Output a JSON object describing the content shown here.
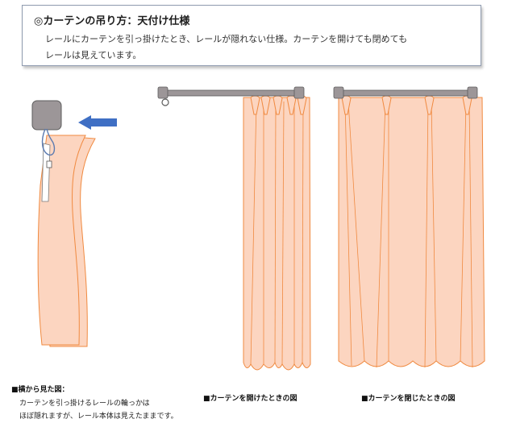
{
  "header": {
    "title": "◎カーテンの吊り方：天付け仕様",
    "line1": "レールにカーテンを引っ掛けたとき、レールが隠れない仕様。カーテンを開けても閉めても",
    "line2": "レールは見えています。"
  },
  "captions": {
    "side_title": "■横から見た図：",
    "side_line1": "カーテンを引っ掛けるレールの輪っかは",
    "side_line2": "ほぼ隠れますが、レール本体は見えたままです。",
    "open": "■カーテンを開けたときの図",
    "closed": "■カーテンを閉じたときの図"
  },
  "colors": {
    "curtain_fill": "#fcd5c0",
    "curtain_stroke": "#f08a40",
    "rail": "#9c9698",
    "arrow": "#3f6fc4",
    "box_border": "#8e9aae"
  }
}
